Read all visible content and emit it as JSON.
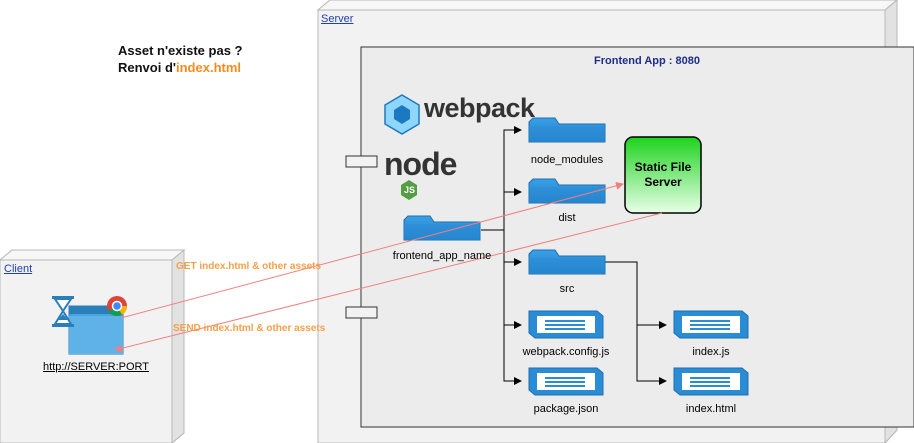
{
  "server": {
    "label": "Server"
  },
  "client": {
    "label": "Client",
    "url": "http://SERVER:PORT"
  },
  "note": {
    "line1": "Asset n'existe pas ?",
    "line2_prefix": "Renvoi d'",
    "line2_highlight": "index.html"
  },
  "frontend_app": {
    "title": "Frontend App : 8080"
  },
  "logos": {
    "webpack": "webpack",
    "node": "node",
    "js_badge": "JS"
  },
  "folders": {
    "root": "frontend_app_name",
    "node_modules": "node_modules",
    "dist": "dist",
    "src": "src"
  },
  "files": {
    "webpack_config": "webpack.config.js",
    "package_json": "package.json",
    "index_js": "index.js",
    "index_html": "index.html"
  },
  "static_server": {
    "line1": "Static File",
    "line2": "Server"
  },
  "arrows": {
    "request": "GET index.html & other assets",
    "response": "SEND index.html & other assets"
  },
  "colors": {
    "server_fill": "#f2f2f2",
    "folder_blue": "#2b8cd6",
    "node_green": "#3c3c3c",
    "static_green": "#1dcc1d",
    "arrow_red": "#f08080",
    "orange": "#f68b1e",
    "title_blue": "#1c2d8a"
  },
  "icons": [
    "hourglass-icon",
    "chrome-icon",
    "browser-window-icon",
    "webpack-cube-icon",
    "nodejs-logo-icon",
    "folder-icon",
    "file-icon"
  ]
}
